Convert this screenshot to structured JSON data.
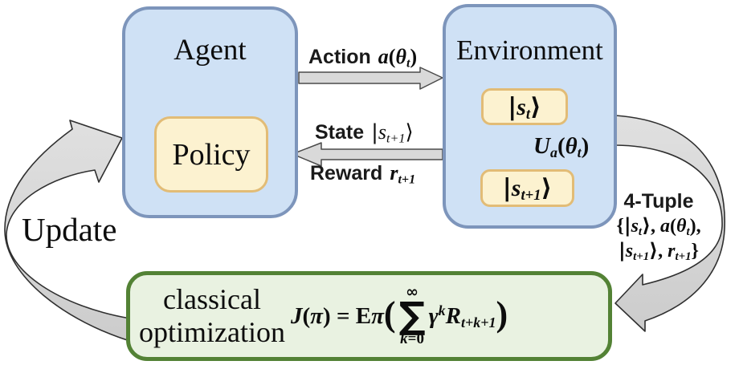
{
  "colors": {
    "box_blue_fill": "#cfe1f5",
    "box_blue_border": "#7d95bb",
    "box_cream_fill": "#fcf2d0",
    "box_cream_border": "#e2bc76",
    "box_green_fill": "#e9f2e1",
    "box_green_border": "#538235",
    "arrow_fill": "#d7d7d7",
    "arrow_stroke": "#333333",
    "text": "#0d0d0d"
  },
  "agent": {
    "title": "Agent",
    "policy_label": "Policy"
  },
  "environment": {
    "title": "Environment",
    "state_t": [
      {
        "t": "|",
        "cls": "ang"
      },
      {
        "t": "s"
      },
      {
        "t": "t",
        "sub": true
      },
      {
        "t": "⟩",
        "cls": "ang"
      }
    ],
    "unitary": [
      {
        "t": "U"
      },
      {
        "t": "a",
        "sub": true
      },
      {
        "t": "(",
        "cls": "up"
      },
      {
        "t": "θ"
      },
      {
        "t": "t",
        "sub": true
      },
      {
        "t": ")",
        "cls": "up"
      }
    ],
    "state_t1": [
      {
        "t": "|",
        "cls": "ang"
      },
      {
        "t": "s"
      },
      {
        "t": "t+1",
        "sub": true
      },
      {
        "t": "⟩",
        "cls": "ang"
      }
    ]
  },
  "edges": {
    "action": {
      "prefix": "Action",
      "math": [
        {
          "t": "a"
        },
        {
          "t": "(",
          "cls": "up"
        },
        {
          "t": "θ"
        },
        {
          "t": "t",
          "sub": true
        },
        {
          "t": ")",
          "cls": "up"
        }
      ]
    },
    "state": {
      "prefix": "State",
      "math": [
        {
          "t": "|",
          "cls": "ang"
        },
        {
          "t": "s"
        },
        {
          "t": "t+1",
          "sub": true
        },
        {
          "t": "⟩",
          "cls": "ang"
        }
      ]
    },
    "reward": {
      "prefix": "Reward",
      "math": [
        {
          "t": "r"
        },
        {
          "t": "t+1",
          "sub": true
        }
      ]
    },
    "update": {
      "label": "Update"
    },
    "tuple": {
      "title": "4-Tuple",
      "line2": [
        {
          "t": "{",
          "cls": "up"
        },
        {
          "t": "|",
          "cls": "ang"
        },
        {
          "t": "s"
        },
        {
          "t": "t",
          "sub": true
        },
        {
          "t": "⟩",
          "cls": "ang"
        },
        {
          "t": ", ",
          "cls": "up"
        },
        {
          "t": "a"
        },
        {
          "t": "(",
          "cls": "up"
        },
        {
          "t": "θ"
        },
        {
          "t": "t",
          "sub": true
        },
        {
          "t": "),",
          "cls": "up"
        }
      ],
      "line3": [
        {
          "t": "|",
          "cls": "ang"
        },
        {
          "t": "s"
        },
        {
          "t": "t+1",
          "sub": true
        },
        {
          "t": "⟩",
          "cls": "ang"
        },
        {
          "t": ", ",
          "cls": "up"
        },
        {
          "t": "r"
        },
        {
          "t": "t+1",
          "sub": true
        },
        {
          "t": "}",
          "cls": "up"
        }
      ]
    }
  },
  "optimizer": {
    "line1": "classical",
    "line2": "optimization",
    "formula": {
      "lhs": [
        {
          "t": "J"
        },
        {
          "t": "(",
          "cls": "up"
        },
        {
          "t": "π"
        },
        {
          "t": ")",
          "cls": "up"
        },
        {
          "t": " = ",
          "cls": "up"
        },
        {
          "t": "E",
          "cls": "up"
        },
        {
          "t": "π"
        }
      ],
      "open_paren": "(",
      "sum": {
        "top": "∞",
        "sigma": "∑",
        "bottom": [
          {
            "t": "k"
          },
          {
            "t": "=0",
            "cls": "up"
          }
        ]
      },
      "rhs": [
        {
          "t": "γ"
        },
        {
          "t": "k",
          "sup": true
        },
        {
          "t": "R"
        },
        {
          "t": "t+k+1",
          "sub": true
        }
      ],
      "close_paren": ")"
    }
  }
}
